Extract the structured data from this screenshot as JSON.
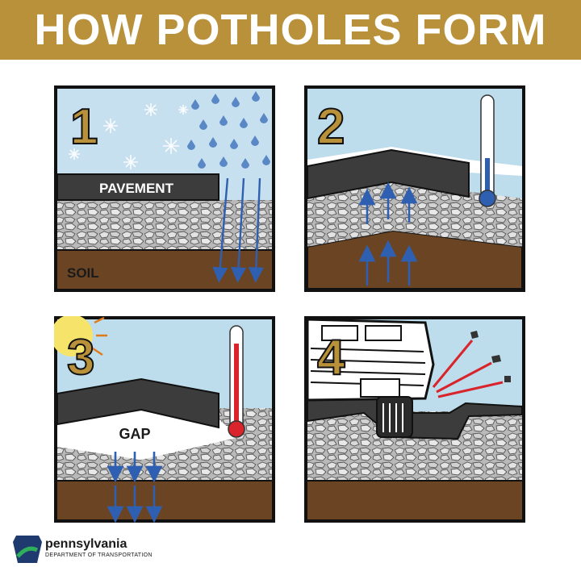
{
  "header": {
    "title": "HOW POTHOLES FORM"
  },
  "panels": [
    {
      "number": "1",
      "labels": {
        "pavement": "PAVEMENT",
        "soil": "SOIL"
      }
    },
    {
      "number": "2"
    },
    {
      "number": "3",
      "labels": {
        "gap": "GAP"
      }
    },
    {
      "number": "4"
    }
  ],
  "footer": {
    "org": "pennsylvania",
    "dept": "DEPARTMENT OF TRANSPORTATION"
  },
  "colors": {
    "banner": "#b8913a",
    "number": "#b8913a",
    "sky_cold": "#c6e0ef",
    "sky": "#bddcec",
    "pavement": "#3c3c3c",
    "soil": "#6b4523",
    "water_arrow": "#2f5fb0",
    "heat_arrow": "#d8242a"
  }
}
